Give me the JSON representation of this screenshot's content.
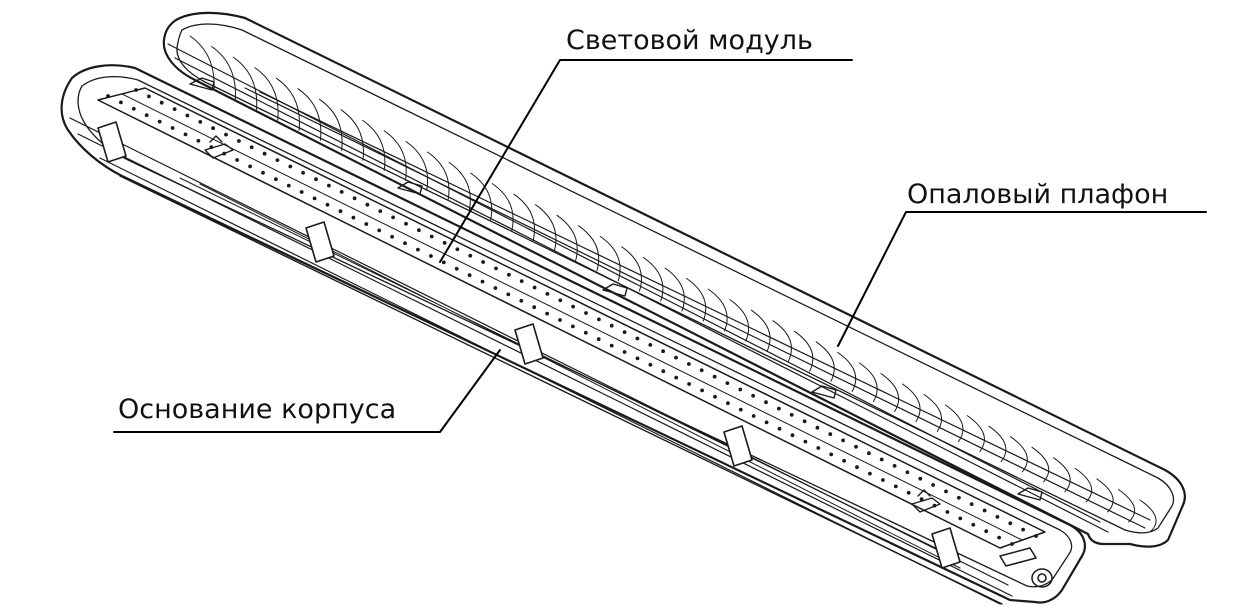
{
  "labels": {
    "light_module": "Световой модуль",
    "opal_diffuser": "Опаловый плафон",
    "housing_base": "Основание корпуса"
  }
}
